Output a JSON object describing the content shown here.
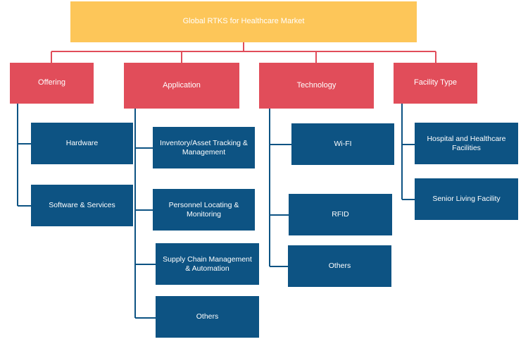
{
  "root": {
    "label": "Global RTKS for Healthcare Market"
  },
  "categories": {
    "offering": {
      "label": "Offering",
      "items": [
        "Hardware",
        "Software & Services"
      ]
    },
    "application": {
      "label": "Application",
      "items": [
        "Inventory/Asset Tracking & Management",
        "Personnel Locating & Monitoring",
        "Supply Chain Management & Automation",
        "Others"
      ]
    },
    "technology": {
      "label": "Technology",
      "items": [
        "Wi-FI",
        "RFID",
        "Others"
      ]
    },
    "facility_type": {
      "label": "Facility Type",
      "items": [
        "Hospital and Healthcare Facilities",
        "Senior Living Facility"
      ]
    }
  },
  "colors": {
    "root_fill": "#fdc659",
    "category_fill": "#e14d5a",
    "leaf_fill": "#0d5383",
    "root_connector": "#e14d5a",
    "leaf_connector": "#0d5383"
  }
}
